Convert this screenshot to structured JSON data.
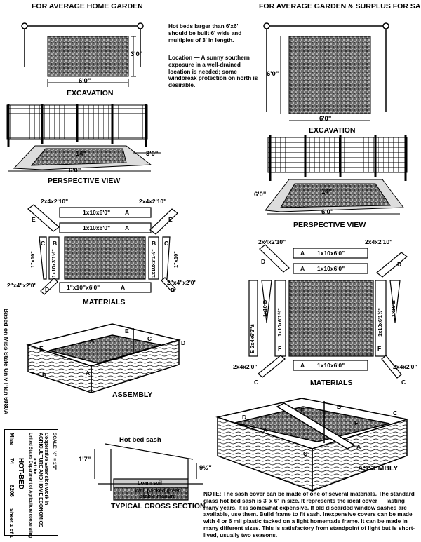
{
  "headings": {
    "left": "FOR AVERAGE HOME GARDEN",
    "right": "FOR AVERAGE GARDEN & SURPLUS FOR SALE"
  },
  "notes": {
    "size": "Hot beds larger than 6'x6' should be built 6' wide and multiples of 3' in length.",
    "location": "Location — A sunny southern exposure in a well-drained location is needed; some windbreak protection on north is desirable.",
    "cover": "NOTE: The sash cover can be made of one of several materials. The standard glass hot bed sash is 3' x 6' in size. It represents the ideal cover — lasting many years. It is somewhat expensive. If old discarded window sashes are available, use them. Build frame to fit sash. Inexpensive covers can be made with 4 or 6 mil plastic tacked on a light homemade frame. It can be made in many different sizes. This is satisfactory from standpoint of light but is short-lived, usually two seasons."
  },
  "captions": {
    "excavation_left": "EXCAVATION",
    "perspective_left": "PERSPECTIVE VIEW",
    "materials_left": "MATERIALS",
    "assembly_left": "ASSEMBLY",
    "cross_section": "TYPICAL CROSS SECTION",
    "excavation_right": "EXCAVATION",
    "perspective_right": "PERSPECTIVE VIEW",
    "materials_right": "MATERIALS",
    "assembly_right": "ASSEMBLY"
  },
  "dims": {
    "six_ft": "6'0\"",
    "three_ft": "3'0\"",
    "fourteen_in": "14\"",
    "one_seven": "1'7\"",
    "nine_half": "9½\""
  },
  "materials_left": {
    "top_left": "2x4x2'10\"",
    "top_right": "2x4x2'10\"",
    "board_a": "1x10x6'0\"",
    "board_b": "1x10x3'1½\"",
    "board_c": "1\"x10\"",
    "bottom_left": "2\"x4\"x2'0\"",
    "bottom_right": "2\"x4\"x2'0\"",
    "bottom_board": "1\"x10\"x6'0\"",
    "a": "A",
    "b": "B",
    "c": "C",
    "d": "D",
    "e": "E"
  },
  "materials_right": {
    "top_left": "2x4x2'10\"",
    "top_right": "2x4x2'10\"",
    "board_a": "1x10x6'0\"",
    "board_b": "1x10 B",
    "board_f": "1x10x6'1½\"",
    "board_e": "E 2x4x6'2\"±",
    "bottom_left": "2x4x2'0\"",
    "bottom_right": "2x4x2'0\"",
    "a": "A",
    "b": "B",
    "c": "C",
    "d": "D",
    "e": "E",
    "f": "F"
  },
  "cross_section": {
    "sash": "Hot bed sash",
    "loam": "Loam soil",
    "manure": "Well packed green stable manure"
  },
  "side_text": "Based on Miss State Univ Plan 6080A",
  "title_block": {
    "org1": "Cooperative Extension Work in",
    "org2": "AGRICULTURE AND HOME ECONOMICS",
    "org3": "and the",
    "org4": "United States Department of Agriculture cooperating",
    "scale": "SCALE: ½\" = 1'0\"",
    "state": "Miss",
    "num": "74",
    "title": "HOT-BED",
    "code": "6206",
    "sheet": "Sheet 1 of 1"
  }
}
